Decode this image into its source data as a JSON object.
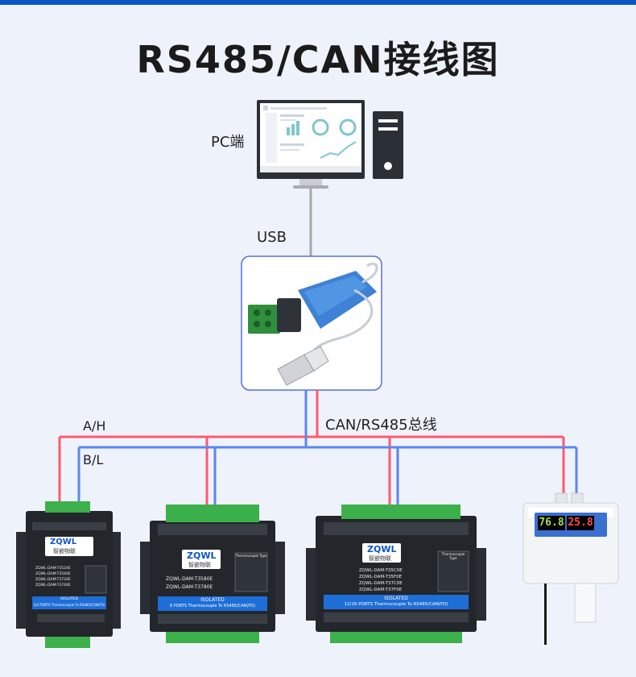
{
  "title": "RS485/CAN接线图",
  "labels": {
    "pc": "PC端",
    "usb": "USB",
    "line_a": "A/H",
    "line_b": "B/L",
    "bus": "CAN/RS485总线"
  },
  "colors": {
    "line_a": "#ff5a6e",
    "line_b": "#5b86f0",
    "accent": "#0b55c8"
  },
  "devices": [
    {
      "brand": "ZQWL",
      "brand_cn": "智嵌物联",
      "models": [
        "ZQWL-DAM-T3520E",
        "ZQWL-DAM-T3540E",
        "ZQWL-DAM-T3720E",
        "ZQWL-DAM-T3740E"
      ],
      "isolated": "ISOLATED",
      "desc": "2/4 PORTS Thermocouple To RS485/CAN(FD)"
    },
    {
      "brand": "ZQWL",
      "brand_cn": "智嵌物联",
      "models": [
        "ZQWL-DAM-T3580E",
        "ZQWL-DAM-T3780E"
      ],
      "isolated": "ISOLATED",
      "desc": "8 PORTS Thermocouple To RS485/CAN(FD)",
      "tc_title": "Thermocouple Type"
    },
    {
      "brand": "ZQWL",
      "brand_cn": "智嵌物联",
      "models": [
        "ZQWL-DAM-T35C0E",
        "ZQWL-DAM-T35F0E",
        "ZQWL-DAM-T37C0E",
        "ZQWL-DAM-T37F0E"
      ],
      "isolated": "ISOLATED",
      "desc": "12/16 PORTS Thermocouple To RS485/CAN(FD)",
      "tc_title": "Thermocouple Type"
    }
  ],
  "sensor": {
    "humidity": "76.8",
    "temperature": "25.8"
  }
}
